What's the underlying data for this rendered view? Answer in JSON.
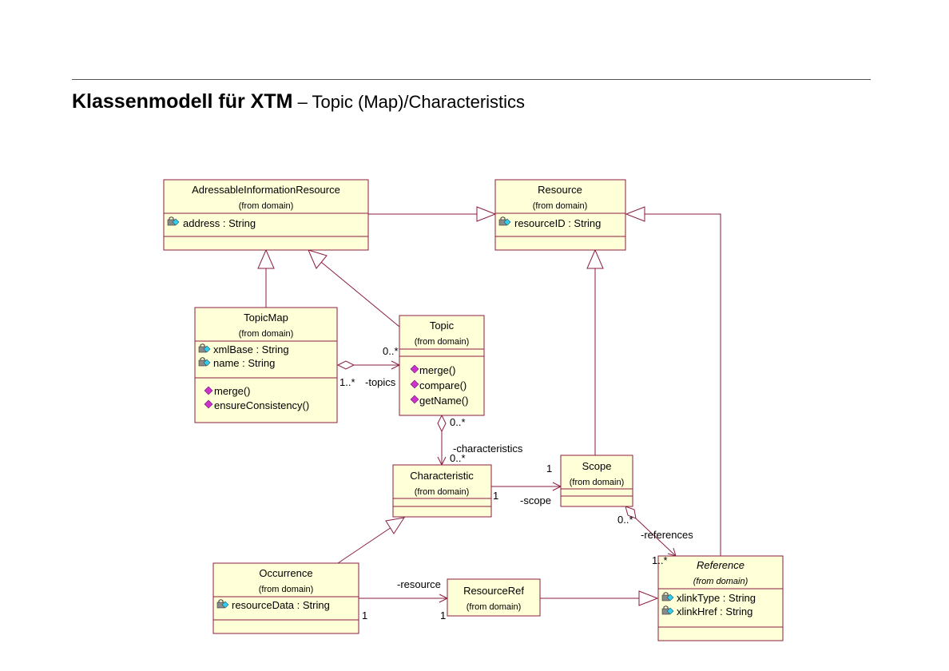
{
  "title": {
    "main": "Klassenmodell für XTM",
    "dash": " – ",
    "sub": "Topic (Map)/Characteristics"
  },
  "classes": {
    "adressable": {
      "name": "AdressableInformationResource",
      "from": "(from domain)",
      "attr1": "address : String"
    },
    "resource": {
      "name": "Resource",
      "from": "(from domain)",
      "attr1": "resourceID : String"
    },
    "topicmap": {
      "name": "TopicMap",
      "from": "(from domain)",
      "attr1": "xmlBase : String",
      "attr2": "name : String",
      "op1": "merge()",
      "op2": "ensureConsistency()"
    },
    "topic": {
      "name": "Topic",
      "from": "(from domain)",
      "op1": "merge()",
      "op2": "compare()",
      "op3": "getName()"
    },
    "characteristic": {
      "name": "Characteristic",
      "from": "(from domain)"
    },
    "scope": {
      "name": "Scope",
      "from": "(from domain)"
    },
    "occurrence": {
      "name": "Occurrence",
      "from": "(from domain)",
      "attr1": "resourceData : String"
    },
    "resourceref": {
      "name": "ResourceRef",
      "from": "(from domain)"
    },
    "reference": {
      "name": "Reference",
      "from": "(from domain)",
      "attr1": "xlinkType : String",
      "attr2": "xlinkHref : String"
    }
  },
  "labels": {
    "tm_topic_mult_target": "0..*",
    "tm_topic_mult_source": "1..*",
    "tm_topic_role": "-topics",
    "topic_char_mult_source": "0..*",
    "topic_char_role": "-characteristics",
    "topic_char_mult_target": "0..*",
    "char_scope_mult_target": "1",
    "char_scope_mult_source": "1",
    "char_scope_role": "-scope",
    "scope_ref_mult_source": "0..*",
    "scope_ref_role": "-references",
    "scope_ref_mult_target": "1..*",
    "occ_rr_role": "-resource",
    "occ_rr_mult_source": "1",
    "occ_rr_mult_target": "1"
  },
  "colors": {
    "box_fill": "#ffffd8",
    "line": "#8b1e3f",
    "operation_icon": "#cc33cc",
    "attribute_icon": "#33ccee"
  },
  "icons": {
    "attribute": "attribute-lock-icon",
    "operation": "operation-icon"
  }
}
